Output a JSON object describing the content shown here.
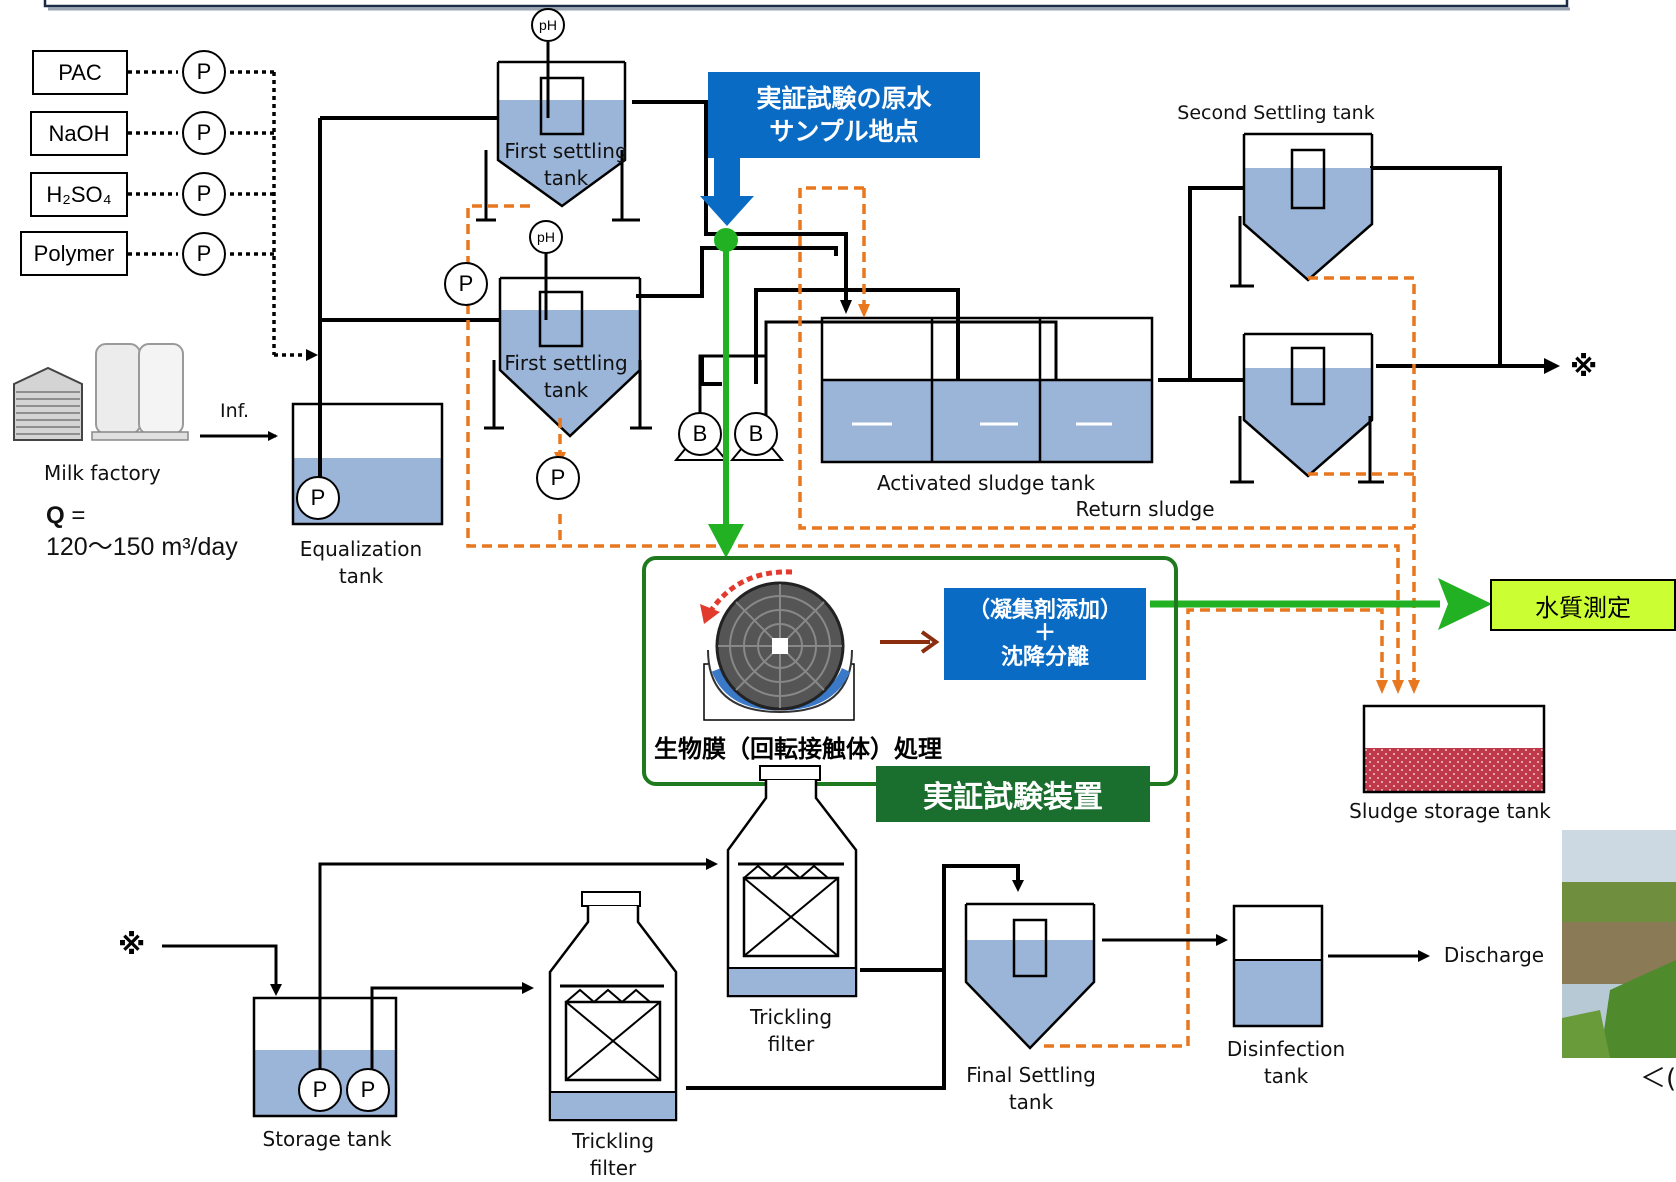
{
  "chemicals": [
    "PAC",
    "NaOH",
    "H₂SO₄",
    "Polymer"
  ],
  "pump_label": "P",
  "ph_label": "pH",
  "blower_label": "B",
  "source": {
    "name": "Milk factory",
    "inflow": "Inf.",
    "q_label": "Q",
    "q_eq": " =",
    "q_range": "120～150 m³/day"
  },
  "tanks": {
    "equalization": "Equalization tank",
    "first_settling_1": "First settling tank",
    "first_settling_2": "First settling tank",
    "second_settling": "Second Settling tank",
    "activated_sludge": "Activated sludge  tank",
    "return_sludge": "Return sludge",
    "sludge_storage": "Sludge storage  tank",
    "storage": "Storage  tank",
    "trickling_1": "Trickling filter",
    "trickling_2": "Trickling filter",
    "final_settling": "Final Settling tank",
    "disinfection": "Disinfection tank",
    "discharge": "Discharge"
  },
  "callouts": {
    "sampling_point_line1": "実証試験の原水",
    "sampling_point_line2": "サンプル地点",
    "coagulation_line1": "（凝集剤添加）",
    "coagulation_line2": "＋",
    "coagulation_line3": "沈降分離",
    "biofilm_treatment": "生物膜（回転接触体）処理",
    "test_device": "実証試験装置",
    "water_quality": "水質測定",
    "cutoff_text": "＜("
  },
  "marker": "※",
  "colors": {
    "water": "#9bb5d8",
    "sludge_line": "#e8771e",
    "flow_green": "#22b122",
    "device_frame": "#1f7a1f",
    "device_label_bg": "#1a6e2e",
    "callout_blue": "#0a6bc4",
    "quality_bg": "#ccff33",
    "sludge_fill": "#c0394a",
    "brown_arrow": "#8b2e0f"
  }
}
